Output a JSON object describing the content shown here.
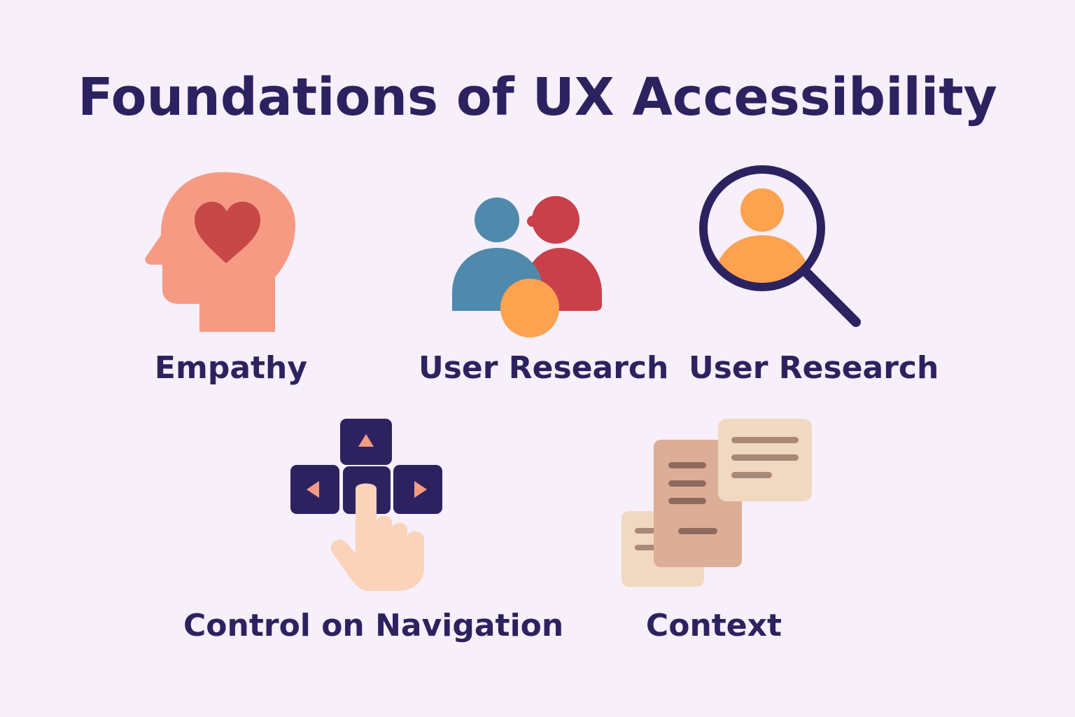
{
  "title": "Foundations of UX Accessibility",
  "items": [
    {
      "label": "Empathy",
      "icon": "head-heart-icon"
    },
    {
      "label": "User Research",
      "icon": "people-group-icon"
    },
    {
      "label": "User Research",
      "icon": "magnifier-person-icon"
    },
    {
      "label": "Control on Navigation",
      "icon": "arrow-keys-hand-icon"
    },
    {
      "label": "Context",
      "icon": "documents-icon"
    }
  ],
  "colors": {
    "background": "#f7eff9",
    "text": "#2d2260",
    "salmon": "#f79a84",
    "heart_red": "#c84848",
    "blue": "#4f8aad",
    "red": "#c9404a",
    "orange": "#fda24f",
    "skin": "#fbd3ba",
    "doc_brown": "#ddae97",
    "doc_beige": "#f0d9c0"
  }
}
